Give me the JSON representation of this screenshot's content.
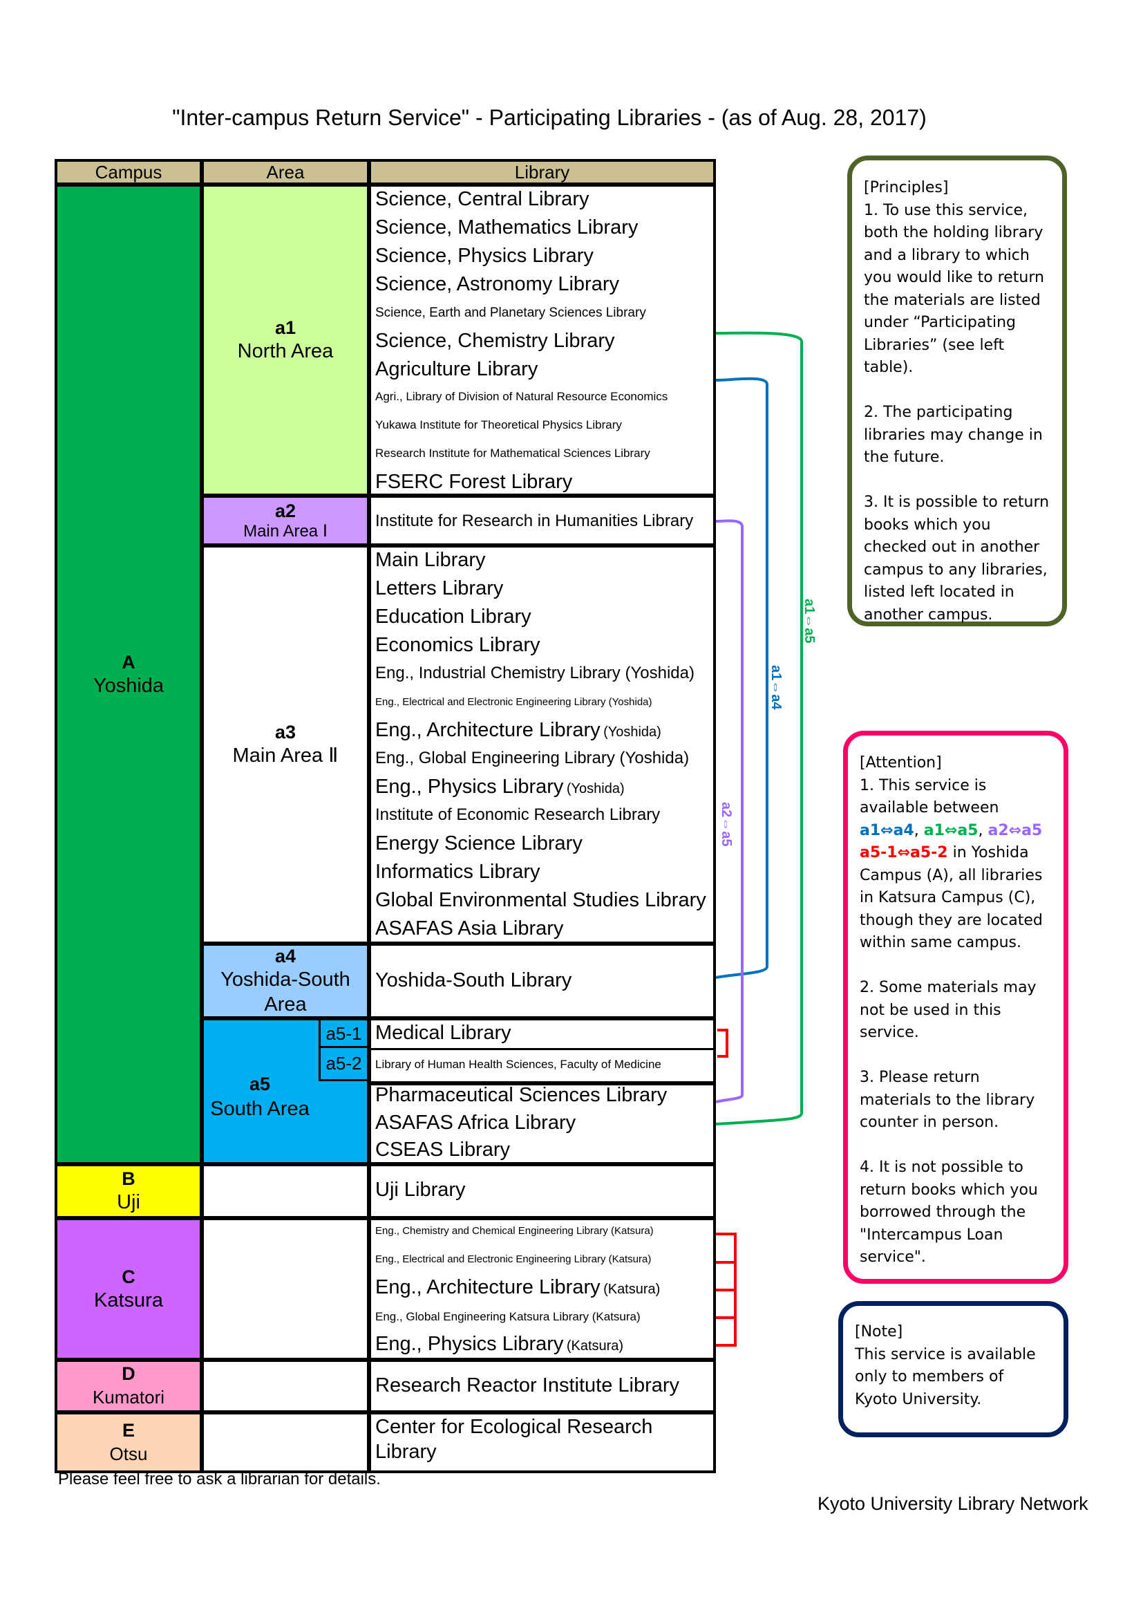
{
  "title": "\"Inter-campus Return Service\" - Participating Libraries - (as of Aug. 28, 2017)",
  "table": {
    "headers": {
      "campus": "Campus",
      "area": "Area",
      "library": "Library"
    },
    "campuses": {
      "A": {
        "code": "A",
        "name": "Yoshida",
        "color": "#00b050"
      },
      "B": {
        "code": "B",
        "name": "Uji",
        "color": "#ffff00"
      },
      "C": {
        "code": "C",
        "name": "Katsura",
        "color": "#cc66ff"
      },
      "D": {
        "code": "D",
        "name": "Kumatori",
        "color": "#ff99cc"
      },
      "E": {
        "code": "E",
        "name": "Otsu",
        "color": "#fcd5b4"
      }
    },
    "areas": {
      "a1": {
        "code": "a1",
        "name": "North Area",
        "color": "#ccff99"
      },
      "a2": {
        "code": "a2",
        "name": "Main Area Ⅰ",
        "color": "#cc99ff"
      },
      "a3": {
        "code": "a3",
        "name": "Main Area Ⅱ",
        "color": "#ffffff"
      },
      "a4": {
        "code": "a4",
        "name": "Yoshida-South Area",
        "color": "#99ccff"
      },
      "a5": {
        "code": "a5",
        "name": "South Area",
        "color": "#00b0f0",
        "sub1": "a5-1",
        "sub2": "a5-2"
      }
    },
    "libraries": {
      "a1": [
        "Science, Central Library",
        "Science, Mathematics Library",
        "Science, Physics Library",
        "Science, Astronomy Library",
        "Science, Earth and Planetary Sciences Library",
        "Science, Chemistry Library",
        "Agriculture Library",
        "Agri., Library of Division of Natural Resource Economics",
        "Yukawa Institute for Theoretical Physics Library",
        "Research Institute for Mathematical Sciences Library",
        "FSERC Forest Library"
      ],
      "a2": [
        "Institute for Research in Humanities Library"
      ],
      "a3": [
        "Main Library",
        "Letters Library",
        "Education Library",
        "Economics Library",
        "Eng., Industrial Chemistry Library (Yoshida)",
        "Eng., Electrical and Electronic Engineering Library (Yoshida)",
        "Eng., Architecture Library",
        "Eng., Global Engineering Library (Yoshida)",
        "Eng., Physics Library",
        "Institute of Economic Research Library",
        "Energy Science Library",
        "Informatics Library",
        "Global Environmental Studies Library",
        "ASAFAS Asia Library"
      ],
      "a3_suffix": {
        "arch": "(Yoshida)",
        "phys": "(Yoshida)"
      },
      "a4": [
        "Yoshida-South Library"
      ],
      "a5_1": [
        "Medical Library"
      ],
      "a5_2": [
        "Library of Human Health Sciences, Faculty of Medicine"
      ],
      "a5": [
        "Pharmaceutical Sciences Library",
        "ASAFAS Africa Library",
        "CSEAS Library"
      ],
      "B": [
        "Uji Library"
      ],
      "C": [
        "Eng., Chemistry and Chemical Engineering Library (Katsura)",
        "Eng., Electrical and Electronic Engineering Library (Katsura)",
        "Eng., Architecture Library",
        "Eng., Global Engineering Katsura Library (Katsura)",
        "Eng., Physics Library"
      ],
      "C_suffix": {
        "arch": "(Katsura)",
        "phys": "(Katsura)"
      },
      "D": [
        "Research Reactor Institute Library"
      ],
      "E": [
        "Center for Ecological Research",
        "Library"
      ]
    }
  },
  "connectors": {
    "a1_a5": {
      "label": "a1⇔a5",
      "color": "#00b050"
    },
    "a1_a4": {
      "label": "a1⇔a4",
      "color": "#0070c0"
    },
    "a2_a5": {
      "label": "a2⇔a5",
      "color": "#9966ff"
    },
    "a5_1_a5_2": {
      "color": "#ff0000"
    },
    "katsura": {
      "color": "#ff0000"
    }
  },
  "principles": {
    "border_color": "#4f6228",
    "lines": [
      "[Principles]",
      "1.  To use this service,",
      "both the holding library",
      "and a library to which",
      "you would like to return",
      "the materials are listed",
      "under “Participating",
      "Libraries” (see left table).",
      "",
      "2. The participating",
      "libraries may change in",
      "the future.",
      "",
      "3. It is possible to return",
      "books which you",
      "checked out in another",
      "campus to any libraries,",
      "listed left located in",
      "another campus."
    ]
  },
  "attention": {
    "border_color": "#ff0066",
    "head": "[Attention]",
    "l1": "1.  This service is",
    "l2": "available between",
    "pairs": [
      {
        "text": "a1⇔a4",
        "color": "#0070c0"
      },
      {
        "text": "a1⇔a5",
        "color": "#00b050"
      },
      {
        "text": "a2⇔a5",
        "color": "#9966ff"
      },
      {
        "text": "a5-1⇔a5-2",
        "color": "#ff0000"
      }
    ],
    "sep": ", ",
    "in_yoshida": " in Yoshida",
    "rest1": [
      "Campus (A), all libraries",
      "in Katsura Campus (C),",
      "though they are located",
      "within same campus."
    ],
    "rest2": [
      "",
      "2.  Some materials may",
      "not be used in this",
      "service.",
      "",
      "3.  Please return",
      "materials to the library",
      "counter in person.",
      "",
      "4. It is not possible to",
      "return books which you",
      "borrowed through the",
      "\"Intercampus Loan",
      "service\"."
    ]
  },
  "note": {
    "border_color": "#002060",
    "lines": [
      "[Note]",
      "This service is available",
      "only to members of",
      "Kyoto University."
    ]
  },
  "footer": {
    "left": "Please feel free to ask a librarian for details.",
    "right": "Kyoto University Library Network"
  }
}
